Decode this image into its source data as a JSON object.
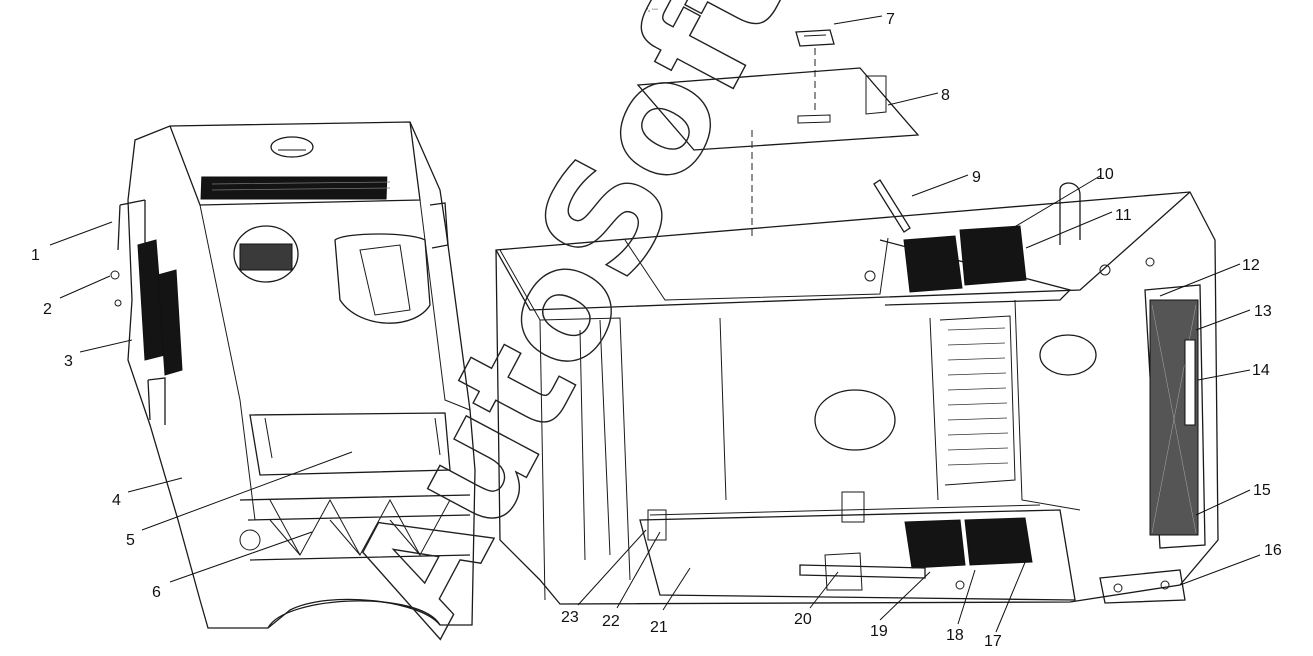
{
  "header": {
    "tiny_text": "\"₀ ᵒᵒᵒ"
  },
  "watermark": "AutoSoft",
  "callouts": [
    {
      "id": "c1",
      "text": "1"
    },
    {
      "id": "c2",
      "text": "2"
    },
    {
      "id": "c3",
      "text": "3"
    },
    {
      "id": "c4",
      "text": "4"
    },
    {
      "id": "c5",
      "text": "5"
    },
    {
      "id": "c6",
      "text": "6"
    },
    {
      "id": "c7",
      "text": "7"
    },
    {
      "id": "c8",
      "text": "8"
    },
    {
      "id": "c9",
      "text": "9"
    },
    {
      "id": "c10",
      "text": "10"
    },
    {
      "id": "c11",
      "text": "11"
    },
    {
      "id": "c12",
      "text": "12"
    },
    {
      "id": "c13",
      "text": "13"
    },
    {
      "id": "c14",
      "text": "14"
    },
    {
      "id": "c15",
      "text": "15"
    },
    {
      "id": "c16",
      "text": "16"
    },
    {
      "id": "c17",
      "text": "17"
    },
    {
      "id": "c18",
      "text": "18"
    },
    {
      "id": "c19",
      "text": "19"
    },
    {
      "id": "c20",
      "text": "20"
    },
    {
      "id": "c21",
      "text": "21"
    },
    {
      "id": "c22",
      "text": "22"
    },
    {
      "id": "c23",
      "text": "23"
    }
  ]
}
